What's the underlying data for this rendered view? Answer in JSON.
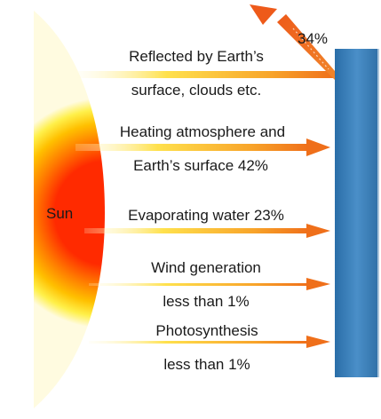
{
  "diagram": {
    "sun_label": "Sun",
    "flows": [
      {
        "line1": "Reflected by Earth’s",
        "line2": "surface, clouds etc.",
        "value_label": "34%"
      },
      {
        "line1": "Heating atmosphere and",
        "line2": "Earth’s surface 42%"
      },
      {
        "line1": "Evaporating water 23%"
      },
      {
        "line1": "Wind generation",
        "line2": "less than 1%"
      },
      {
        "line1": "Photosynthesis",
        "line2": "less than 1%"
      }
    ],
    "colors": {
      "sun_core": "#ff2a00",
      "sun_mid": "#ffb400",
      "sun_edge": "#ffe94d",
      "arrow": "#f07a1e",
      "earth": "#3d7fb8"
    }
  }
}
